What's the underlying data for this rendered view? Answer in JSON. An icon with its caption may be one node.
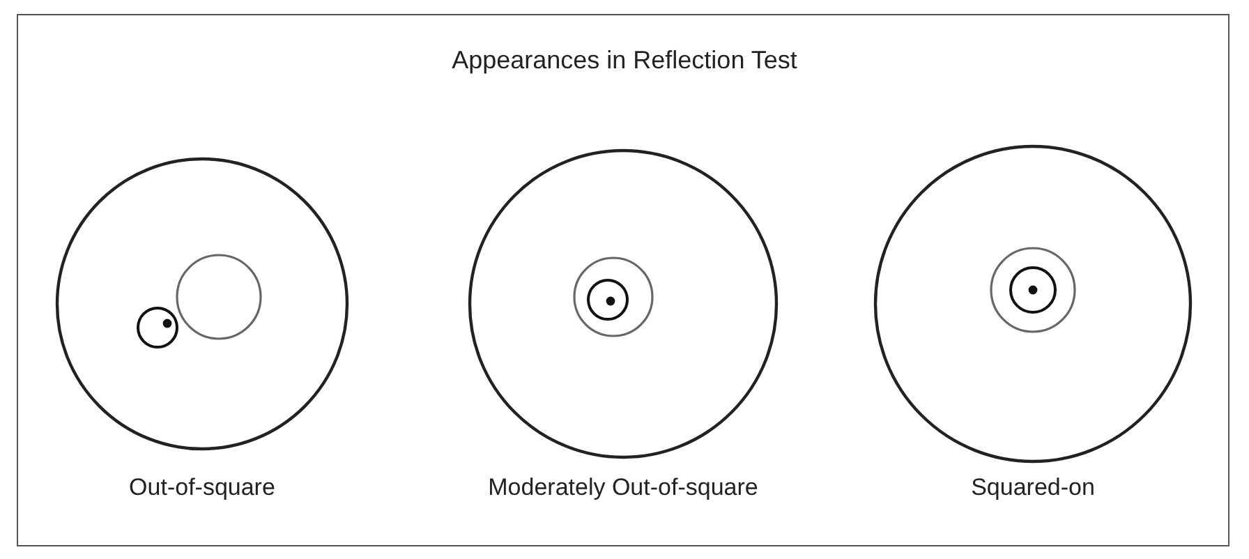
{
  "diagram": {
    "title": "Appearances in Reflection Test",
    "labels": [
      "Out-of-square",
      "Moderately Out-of-square",
      "Squared-on"
    ]
  }
}
